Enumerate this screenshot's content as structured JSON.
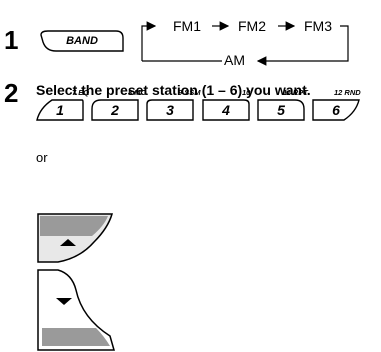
{
  "step1": {
    "number": "1",
    "band_button": "BAND",
    "flow": {
      "fm1": "FM1",
      "fm2": "FM2",
      "fm3": "FM3",
      "am": "AM"
    }
  },
  "step2": {
    "number": "2",
    "instruction": "Select the preset station (1 – 6) you want.",
    "keys": [
      {
        "label": "1",
        "function": "7 EQ"
      },
      {
        "label": "2",
        "function": "8 MO"
      },
      {
        "label": "3",
        "function": "9 SSM"
      },
      {
        "label": "4",
        "function": "10"
      },
      {
        "label": "5",
        "function": "11 RPT"
      },
      {
        "label": "6",
        "function": "12 RND"
      }
    ],
    "or": "or"
  },
  "icons": {
    "up": "up-arrow-icon",
    "down": "down-arrow-icon"
  }
}
